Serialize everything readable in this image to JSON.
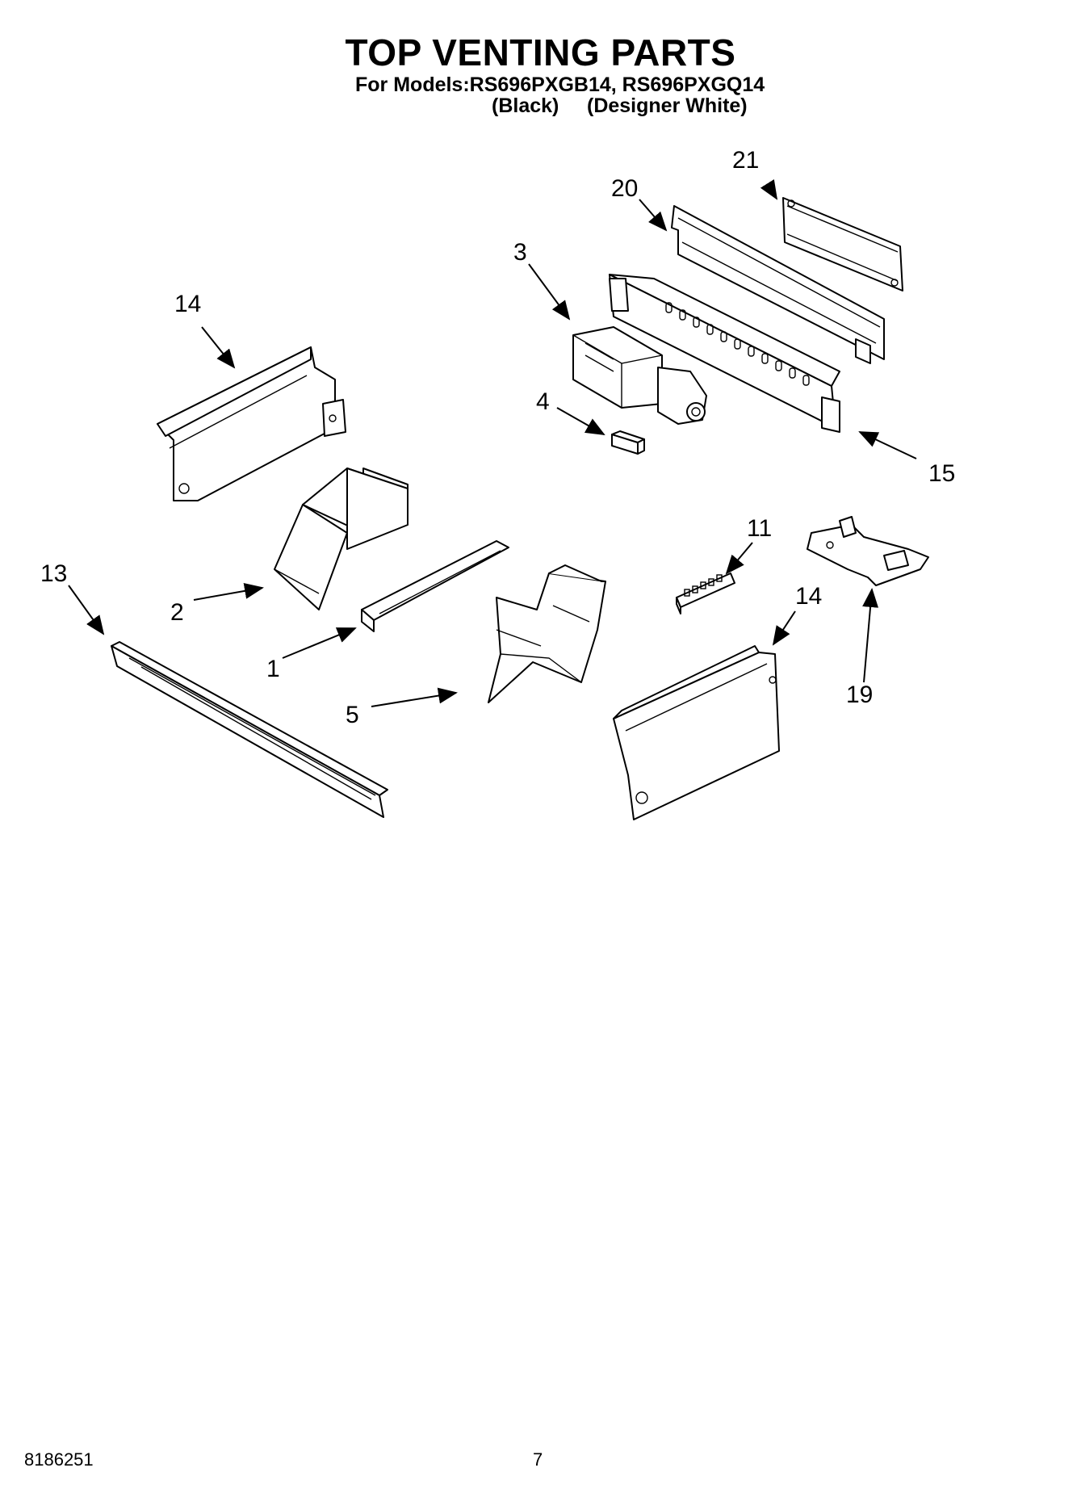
{
  "header": {
    "title": "TOP VENTING PARTS",
    "models_line": "For Models:RS696PXGB14, RS696PXGQ14",
    "variant_black": "(Black)",
    "variant_white": "(Designer White)"
  },
  "callouts": {
    "c1": "1",
    "c2": "2",
    "c3": "3",
    "c4": "4",
    "c5": "5",
    "c11": "11",
    "c13": "13",
    "c14a": "14",
    "c14b": "14",
    "c15": "15",
    "c19": "19",
    "c20": "20",
    "c21": "21"
  },
  "footer": {
    "doc_number": "8186251",
    "page_number": "7"
  }
}
